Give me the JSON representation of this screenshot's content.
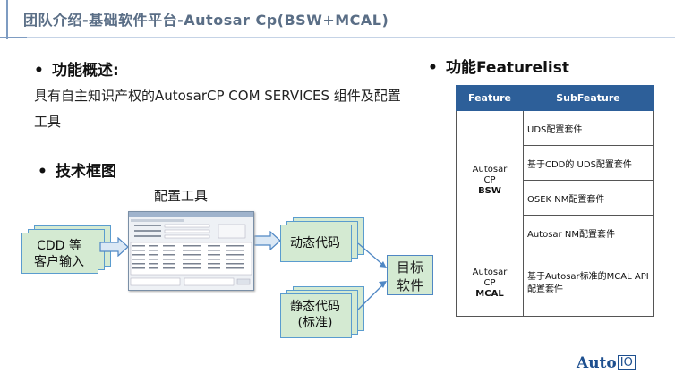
{
  "header": {
    "title": "团队介绍-基础软件平台-Autosar Cp(BSW+MCAL)"
  },
  "overview": {
    "heading": "功能概述:",
    "description": "具有自主知识产权的AutosarCP  COM SERVICES 组件及配置工具"
  },
  "architecture": {
    "heading": "技术框图",
    "tool_label": "配置工具",
    "input_doc_line1": "CDD 等",
    "input_doc_line2": "客户输入",
    "dynamic_code": "动态代码",
    "static_code_line1": "静态代码",
    "static_code_line2": "(标准)",
    "target_line1": "目标",
    "target_line2": "软件"
  },
  "featurelist": {
    "heading": "功能Featurelist",
    "col_feature": "Feature",
    "col_subfeature": "SubFeature",
    "groups": [
      {
        "feature_line1": "Autosar",
        "feature_line2": "CP",
        "feature_line3": "BSW",
        "items": [
          "UDS配置套件",
          "基于CDD的 UDS配置套件",
          "OSEK NM配置套件",
          "Autosar NM配置套件"
        ]
      },
      {
        "feature_line1": "Autosar",
        "feature_line2": "CP",
        "feature_line3": "MCAL",
        "items": [
          "基于Autosar标准的MCAL API配置套件"
        ]
      }
    ]
  },
  "logo": {
    "text": "Auto",
    "suffix": "IO"
  },
  "colors": {
    "header_text": "#5a6e86",
    "table_header": "#2d5f99",
    "doc_fill": "#d4ead2",
    "doc_border": "#5a9ccf",
    "arrow": "#4f87c4"
  }
}
